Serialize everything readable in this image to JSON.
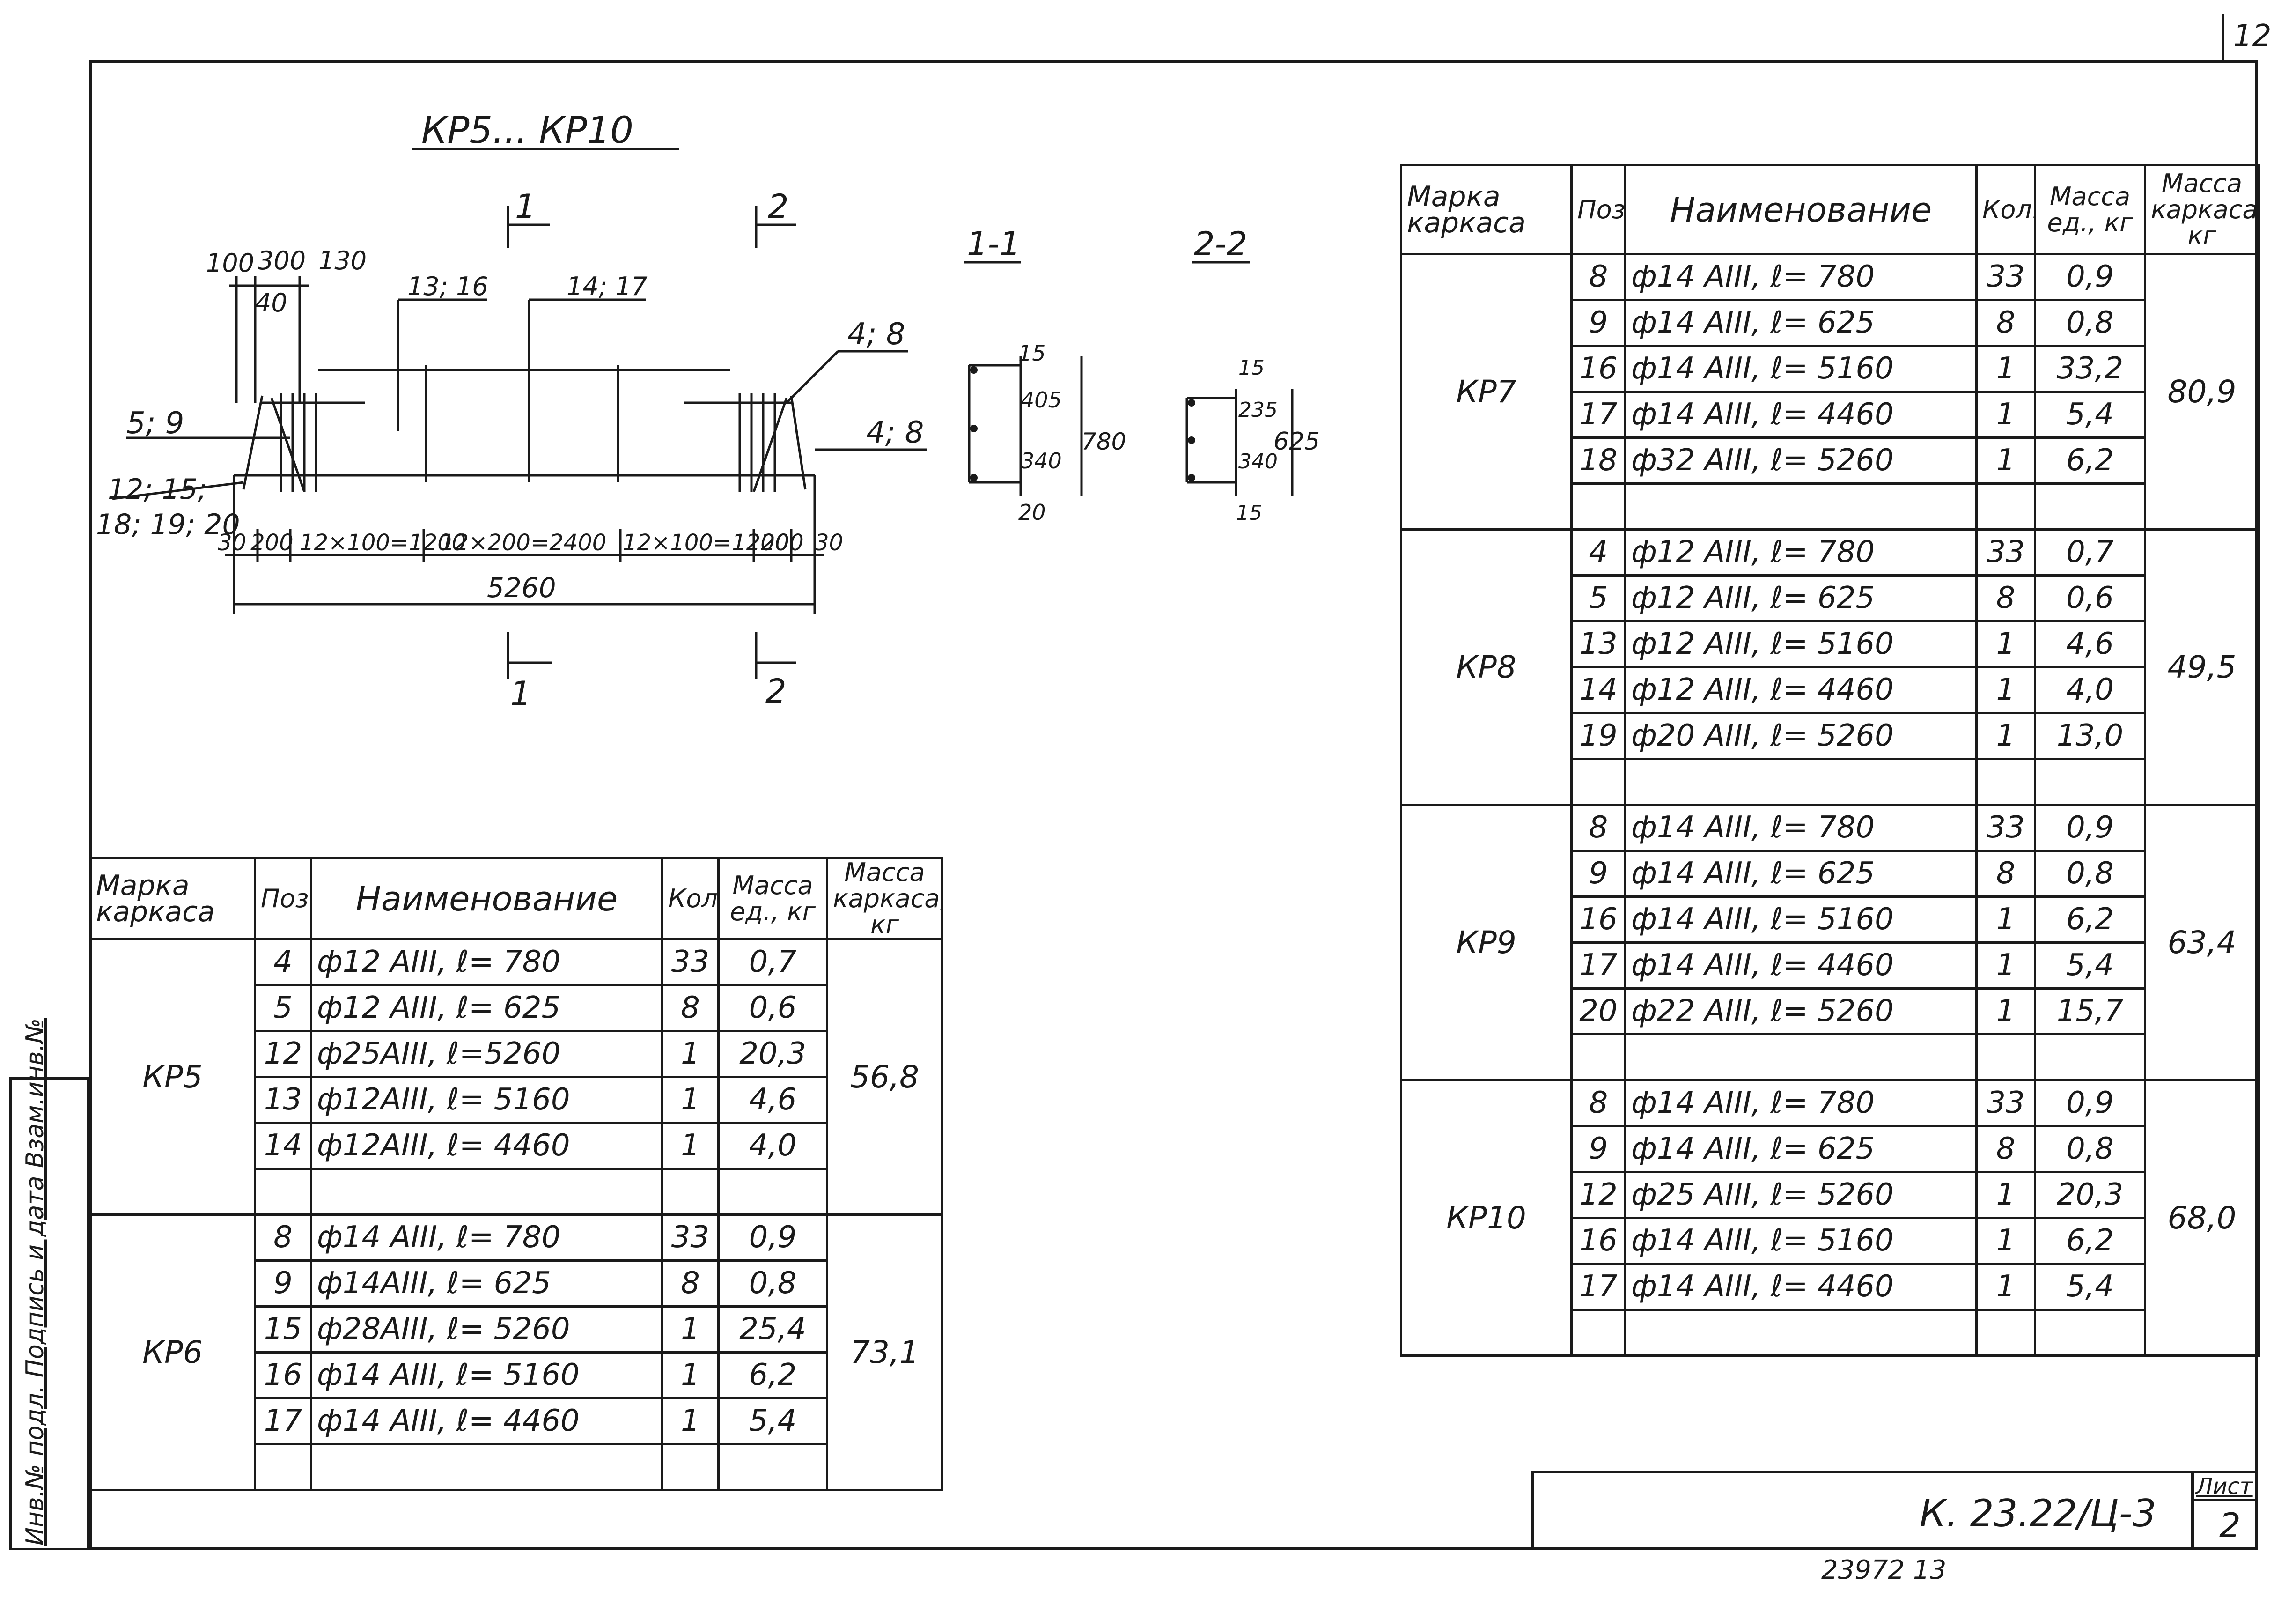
{
  "page_number": "12",
  "drawing": {
    "title": "КР5... КР10",
    "section_mark_1": "1",
    "section_mark_2": "2",
    "section_1_label": "1-1",
    "section_2_label": "2-2",
    "labels": {
      "d100": "100",
      "d300": "300",
      "d130": "130",
      "d40": "40",
      "pos_13_16": "13; 16",
      "pos_14_17": "14; 17",
      "pos_4_8_top": "4; 8",
      "pos_4_8_right": "4; 8",
      "pos_5_9": "5; 9",
      "pos_12_15": "12; 15;",
      "pos_18_19_20": "18; 19; 20",
      "d30_left": "30",
      "d200_left": "200",
      "seg1": "12×100=1200",
      "seg2": "12×200=2400",
      "seg3": "12×100=1200",
      "d200_right": "200",
      "d30_right": "30",
      "total": "5260",
      "s1_15": "15",
      "s1_405": "405",
      "s1_340": "340",
      "s1_20": "20",
      "s1_780": "780",
      "s2_15a": "15",
      "s2_235": "235",
      "s2_340": "340",
      "s2_15b": "15",
      "s2_625": "625"
    }
  },
  "table_left": {
    "headers": {
      "mark": "Марка каркаса",
      "pos": "Поз.",
      "name": "Наименование",
      "qty": "Кол.",
      "mass_unit": "Масса ед., кг",
      "mass_frame": "Масса каркаса, кг"
    },
    "groups": [
      {
        "mark": "КР5",
        "mass": "56,8",
        "rows": [
          {
            "pos": "4",
            "name": "ф12 АIII,  ℓ= 780",
            "qty": "33",
            "mass": "0,7"
          },
          {
            "pos": "5",
            "name": "ф12 АIII,  ℓ= 625",
            "qty": "8",
            "mass": "0,6"
          },
          {
            "pos": "12",
            "name": "ф25АIII,  ℓ=5260",
            "qty": "1",
            "mass": "20,3"
          },
          {
            "pos": "13",
            "name": "ф12АIII,  ℓ= 5160",
            "qty": "1",
            "mass": "4,6"
          },
          {
            "pos": "14",
            "name": "ф12АIII,  ℓ= 4460",
            "qty": "1",
            "mass": "4,0"
          }
        ]
      },
      {
        "mark": "КР6",
        "mass": "73,1",
        "rows": [
          {
            "pos": "8",
            "name": "ф14 АIII,  ℓ= 780",
            "qty": "33",
            "mass": "0,9"
          },
          {
            "pos": "9",
            "name": "ф14АIII,  ℓ= 625",
            "qty": "8",
            "mass": "0,8"
          },
          {
            "pos": "15",
            "name": "ф28АIII,  ℓ= 5260",
            "qty": "1",
            "mass": "25,4"
          },
          {
            "pos": "16",
            "name": "ф14 АIII,  ℓ= 5160",
            "qty": "1",
            "mass": "6,2"
          },
          {
            "pos": "17",
            "name": "ф14 АIII,  ℓ= 4460",
            "qty": "1",
            "mass": "5,4"
          }
        ]
      }
    ]
  },
  "table_right": {
    "headers": {
      "mark": "Марка каркаса",
      "pos": "Поз.",
      "name": "Наименование",
      "qty": "Кол.",
      "mass_unit": "Масса ед., кг",
      "mass_frame": "Масса каркаса, кг"
    },
    "groups": [
      {
        "mark": "КР7",
        "mass": "80,9",
        "rows": [
          {
            "pos": "8",
            "name": "ф14 АIII,  ℓ= 780",
            "qty": "33",
            "mass": "0,9"
          },
          {
            "pos": "9",
            "name": "ф14 АIII,  ℓ= 625",
            "qty": "8",
            "mass": "0,8"
          },
          {
            "pos": "16",
            "name": "ф14 АIII,  ℓ= 5160",
            "qty": "1",
            "mass": "33,2"
          },
          {
            "pos": "17",
            "name": "ф14 АIII,  ℓ= 4460",
            "qty": "1",
            "mass": "5,4"
          },
          {
            "pos": "18",
            "name": "ф32 АIII,  ℓ= 5260",
            "qty": "1",
            "mass": "6,2"
          }
        ]
      },
      {
        "mark": "КР8",
        "mass": "49,5",
        "rows": [
          {
            "pos": "4",
            "name": "ф12 АIII,  ℓ= 780",
            "qty": "33",
            "mass": "0,7"
          },
          {
            "pos": "5",
            "name": "ф12 АIII,  ℓ= 625",
            "qty": "8",
            "mass": "0,6"
          },
          {
            "pos": "13",
            "name": "ф12 АIII,  ℓ= 5160",
            "qty": "1",
            "mass": "4,6"
          },
          {
            "pos": "14",
            "name": "ф12 АIII,  ℓ= 4460",
            "qty": "1",
            "mass": "4,0"
          },
          {
            "pos": "19",
            "name": "ф20 АIII,  ℓ= 5260",
            "qty": "1",
            "mass": "13,0"
          }
        ]
      },
      {
        "mark": "КР9",
        "mass": "63,4",
        "rows": [
          {
            "pos": "8",
            "name": "ф14 АIII,  ℓ= 780",
            "qty": "33",
            "mass": "0,9"
          },
          {
            "pos": "9",
            "name": "ф14 АIII,  ℓ= 625",
            "qty": "8",
            "mass": "0,8"
          },
          {
            "pos": "16",
            "name": "ф14 АIII,  ℓ= 5160",
            "qty": "1",
            "mass": "6,2"
          },
          {
            "pos": "17",
            "name": "ф14 АIII,  ℓ= 4460",
            "qty": "1",
            "mass": "5,4"
          },
          {
            "pos": "20",
            "name": "ф22 АIII,  ℓ= 5260",
            "qty": "1",
            "mass": "15,7"
          }
        ]
      },
      {
        "mark": "КР10",
        "mass": "68,0",
        "rows": [
          {
            "pos": "8",
            "name": "ф14 АIII,  ℓ= 780",
            "qty": "33",
            "mass": "0,9"
          },
          {
            "pos": "9",
            "name": "ф14 АIII,  ℓ= 625",
            "qty": "8",
            "mass": "0,8"
          },
          {
            "pos": "12",
            "name": "ф25 АIII,  ℓ= 5260",
            "qty": "1",
            "mass": "20,3"
          },
          {
            "pos": "16",
            "name": "ф14 АIII,  ℓ= 5160",
            "qty": "1",
            "mass": "6,2"
          },
          {
            "pos": "17",
            "name": "ф14 АIII,  ℓ= 4460",
            "qty": "1",
            "mass": "5,4"
          }
        ]
      }
    ]
  },
  "stamp": {
    "code": "К. 23.22/Ц-3",
    "sheet_label": "Лист",
    "sheet_number": "2"
  },
  "archive_number": "23972   13",
  "side_stamp": "Инв.№ подл.  Подпись и дата  Взам.инв.№"
}
